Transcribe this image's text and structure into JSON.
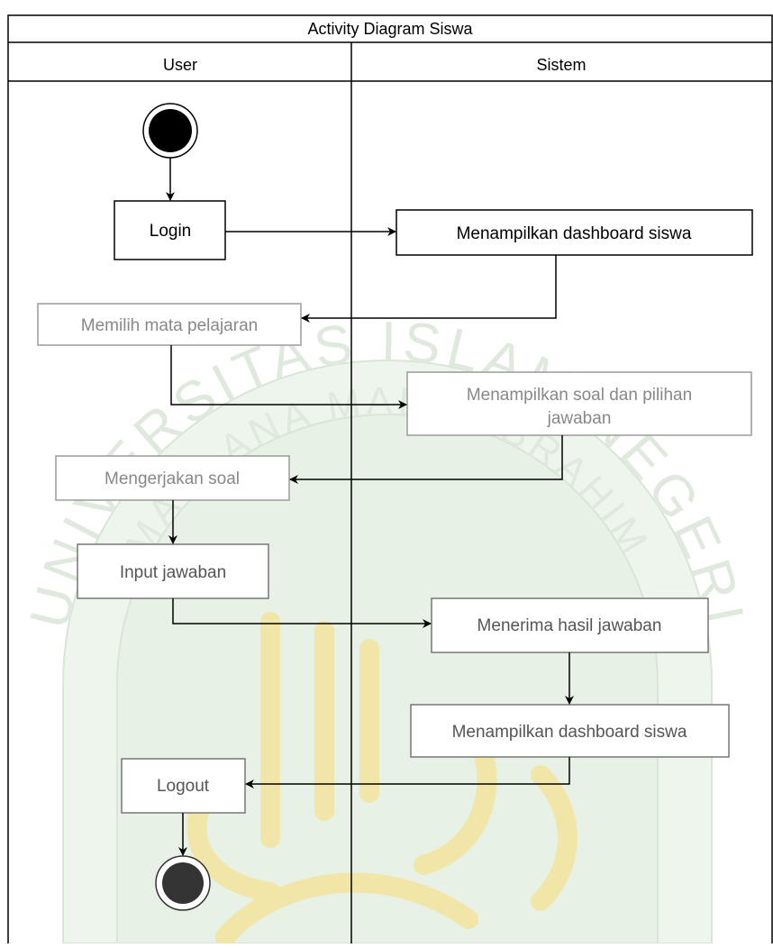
{
  "diagram": {
    "title": "Activity Diagram Siswa",
    "lanes": [
      {
        "label": "User"
      },
      {
        "label": "Sistem"
      }
    ],
    "activities": {
      "login": {
        "label": "Login"
      },
      "sys_dashboard_1": {
        "label": "Menampilkan dashboard siswa"
      },
      "choose_subject": {
        "label": "Memilih mata pelajaran"
      },
      "show_questions": {
        "lines": [
          "Menampilkan soal dan pilihan",
          "jawaban"
        ]
      },
      "do_questions": {
        "label": "Mengerjakan soal"
      },
      "input_answer": {
        "label": "Input jawaban"
      },
      "receive_result": {
        "label": "Menerima hasil jawaban"
      },
      "sys_dashboard_2": {
        "label": "Menampilkan dashboard siswa"
      },
      "logout": {
        "label": "Logout"
      }
    },
    "watermark": {
      "arc_text_outer": "UNIVERSITAS ISLAM NEGERI",
      "arc_text_inner": "MAULANA MALIK IBRAHIM"
    },
    "colors": {
      "line": "#000000",
      "node_fill": "#ffffff",
      "watermark_fill": "#e8f1e6",
      "watermark_stroke": "#d4e4d2",
      "watermark_text": "#d9e6d7",
      "calligraphy": "#f2e7a6"
    }
  }
}
